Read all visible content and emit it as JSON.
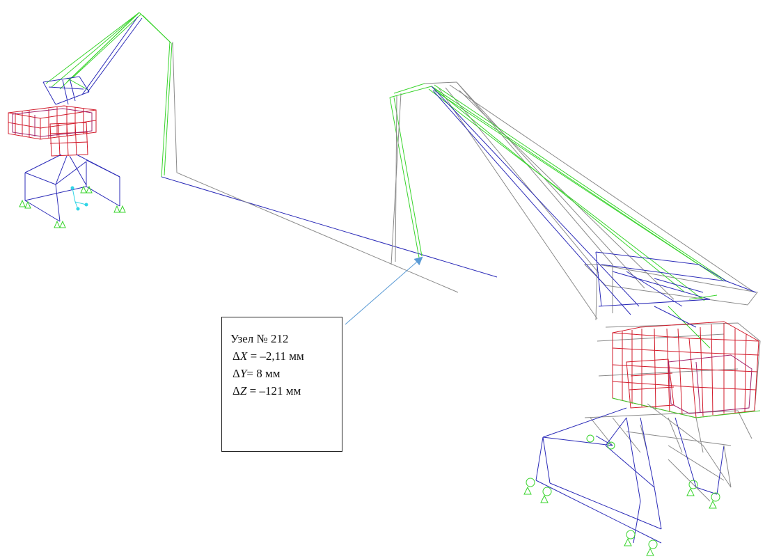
{
  "callout": {
    "title": "Узел № 212",
    "dx_symbol": "Δ",
    "dx_axis": "X",
    "dx_value": " = –2,11 мм",
    "dy_symbol": "Δ",
    "dy_axis": "Y",
    "dy_value": "= 8 мм",
    "dz_symbol": "Δ",
    "dz_axis": "Z",
    "dz_value": " = –121 мм"
  },
  "colors": {
    "blue": "#2b2bb8",
    "green": "#39d42c",
    "red": "#d21a2a",
    "magenta": "#a0206a",
    "gray": "#8a8a8a",
    "cyan": "#2fd5e6",
    "arrow": "#5b9bd5"
  }
}
